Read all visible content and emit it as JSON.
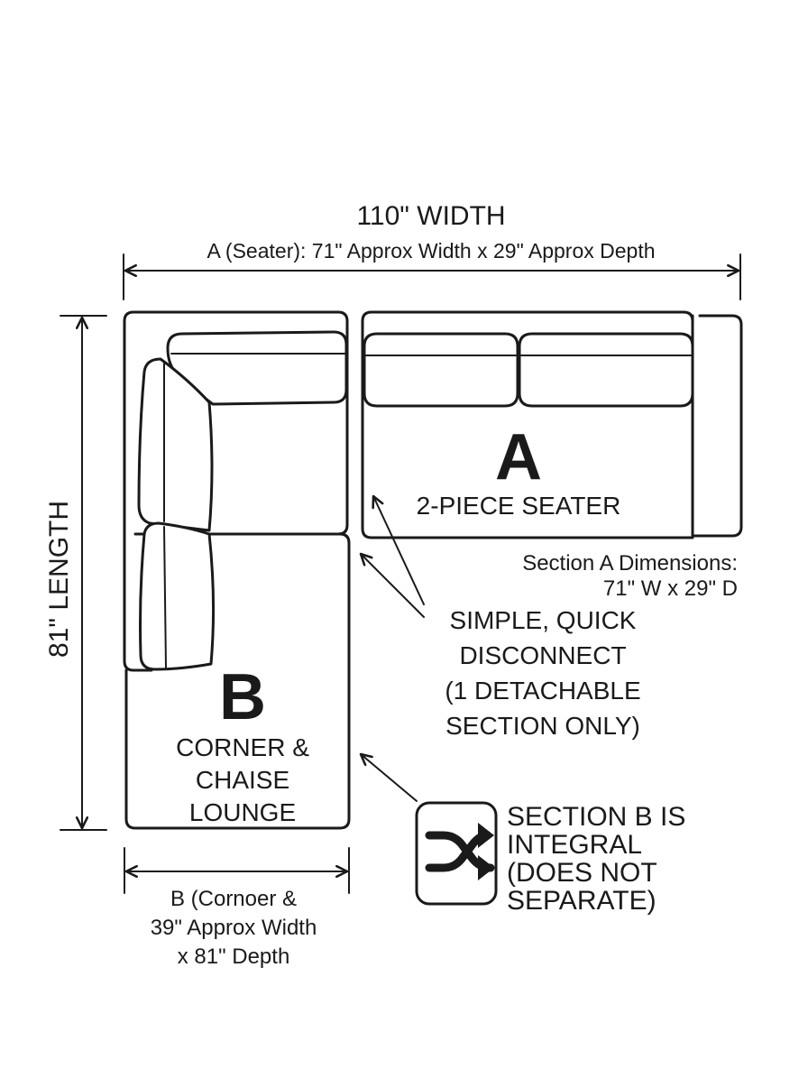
{
  "dimensions": {
    "total_width": "110\" WIDTH",
    "seater_dims": "A (Seater): 71\" Approx Width x 29\" Approx Depth",
    "total_length": "81\" LENGTH",
    "section_b_dims": [
      "B (Cornoer &",
      "39\" Approx Width",
      "x 81\" Depth"
    ]
  },
  "section_a": {
    "letter": "A",
    "label": "2-PIECE SEATER",
    "dims_line1": "Section A Dimensions:",
    "dims_line2": "71\" W x 29\" D"
  },
  "section_b": {
    "letter": "B",
    "label_lines": [
      "CORNER &",
      "CHAISE",
      "LOUNGE"
    ]
  },
  "callouts": {
    "disconnect": [
      "SIMPLE, QUICK",
      "DISCONNECT",
      "(1 DETACHABLE",
      "SECTION ONLY)"
    ],
    "integral": [
      "SECTION B IS",
      "INTEGRAL",
      "(DOES NOT",
      "SEPARATE)"
    ],
    "integral_icon": "shuffle-icon"
  },
  "colors": {
    "ink": "#1a1a1a",
    "background": "#ffffff"
  }
}
